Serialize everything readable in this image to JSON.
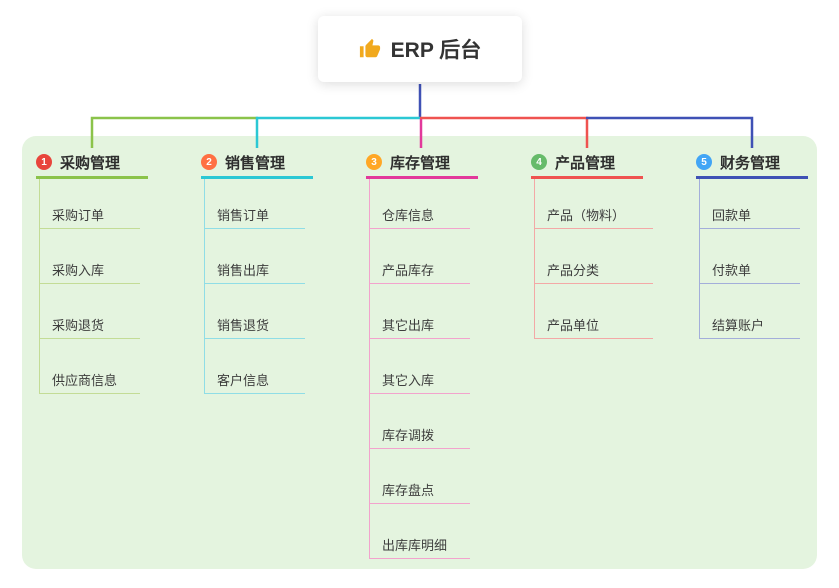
{
  "root": {
    "title": "ERP 后台",
    "icon": "thumbs-up-icon",
    "icon_color": "#f1a91e"
  },
  "canvas": {
    "panel_bg": "#e4f4df",
    "stem_color": "#3f51b5"
  },
  "branches": [
    {
      "index": "1",
      "label": "采购管理",
      "color": "#8bc34a",
      "light_color": "#c3dc96",
      "badge_color": "#e8453c",
      "children": [
        "采购订单",
        "采购入库",
        "采购退货",
        "供应商信息"
      ]
    },
    {
      "index": "2",
      "label": "销售管理",
      "color": "#2bc8d4",
      "light_color": "#8fdde6",
      "badge_color": "#ff7043",
      "children": [
        "销售订单",
        "销售出库",
        "销售退货",
        "客户信息"
      ]
    },
    {
      "index": "3",
      "label": "库存管理",
      "color": "#e2399b",
      "light_color": "#f2a3cd",
      "badge_color": "#ffa726",
      "children": [
        "仓库信息",
        "产品库存",
        "其它出库",
        "其它入库",
        "库存调拨",
        "库存盘点",
        "出库库明细"
      ]
    },
    {
      "index": "4",
      "label": "产品管理",
      "color": "#ef5350",
      "light_color": "#f3a8a6",
      "badge_color": "#66bb6a",
      "children": [
        "产品（物料）",
        "产品分类",
        "产品单位"
      ]
    },
    {
      "index": "5",
      "label": "财务管理",
      "color": "#3f51b5",
      "light_color": "#a3aeda",
      "badge_color": "#42a5f5",
      "children": [
        "回款单",
        "付款单",
        "结算账户"
      ]
    }
  ]
}
